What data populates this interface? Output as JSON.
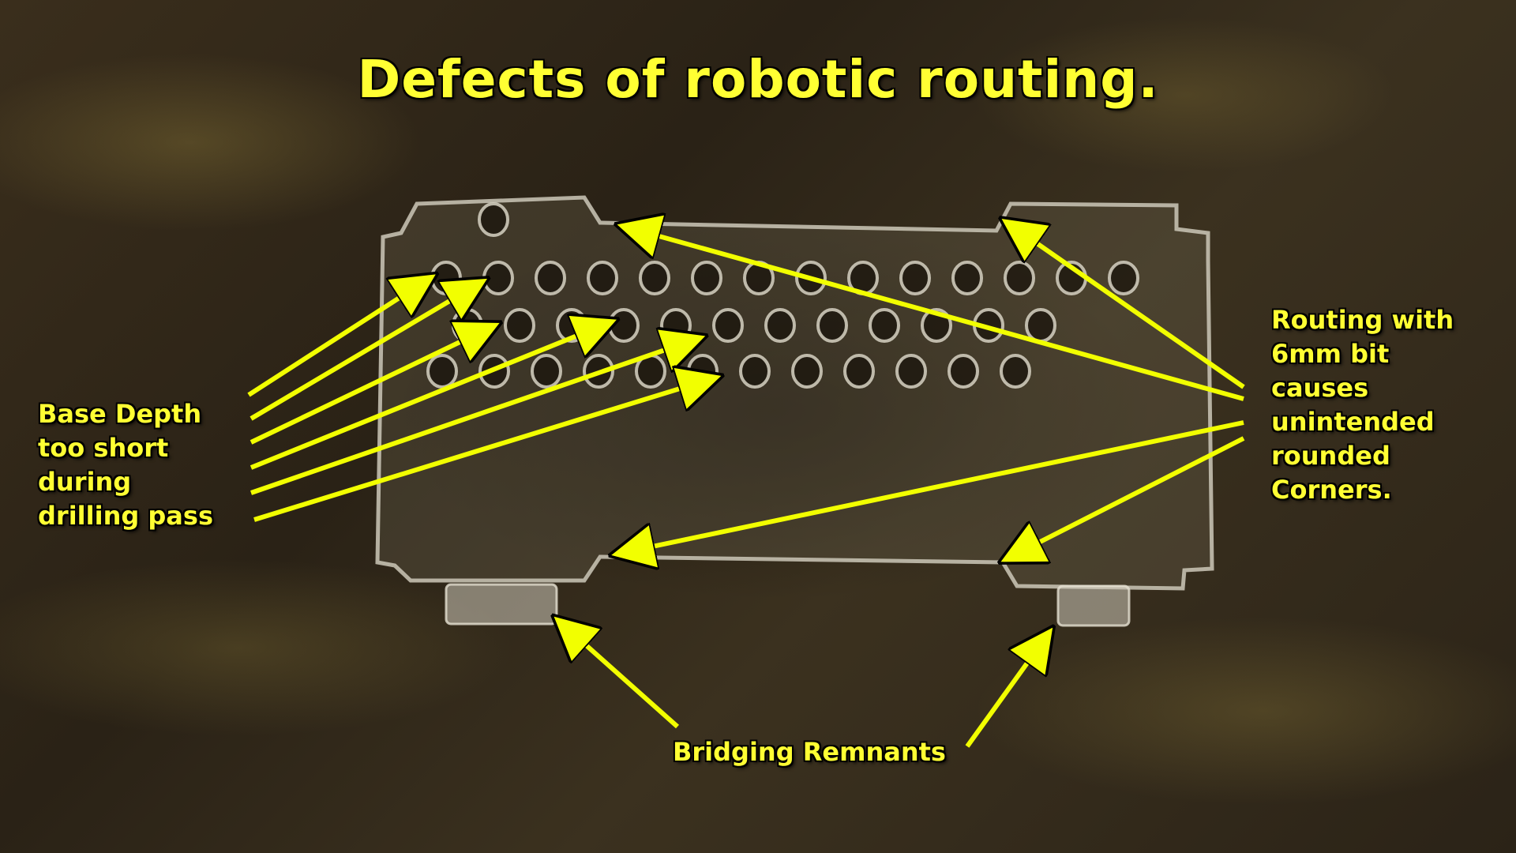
{
  "title": "Defects of robotic routing.",
  "annotations": {
    "base_depth": {
      "lines": [
        "Base Depth",
        "too short",
        "during",
        "drilling pass"
      ]
    },
    "routing": {
      "lines": [
        "Routing with",
        "6mm bit",
        "causes",
        "unintended",
        "rounded",
        "Corners."
      ]
    },
    "bridging": {
      "text": "Bridging Remnants"
    }
  },
  "colors": {
    "label_text": "#ffff33",
    "label_outline": "#000000",
    "arrow": "#f2ff00"
  }
}
